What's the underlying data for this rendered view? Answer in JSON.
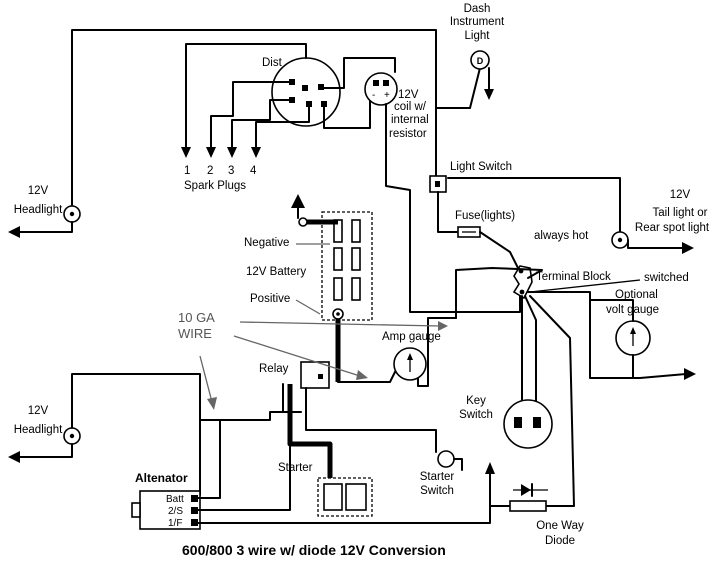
{
  "caption": "600/800 3 wire w/ diode  12V Conversion",
  "labels": {
    "dash_line1": "Dash",
    "dash_line2": "Instrument",
    "dash_line3": "Light",
    "dist": "Dist",
    "coil_line1": "12V",
    "coil_line2": "coil w/",
    "coil_line3": "internal",
    "coil_line4": "resistor",
    "plug_1": "1",
    "plug_2": "2",
    "plug_3": "3",
    "plug_4": "4",
    "spark_plugs": "Spark Plugs",
    "headlight_top_line1": "12V",
    "headlight_top_line2": "Headlight",
    "light_switch": "Light Switch",
    "tail_line1": "12V",
    "tail_line2": "Tail light or",
    "tail_line3": "Rear spot light",
    "fuse": "Fuse(lights)",
    "always_hot": "always hot",
    "negative": "Negative",
    "battery": "12V Battery",
    "positive": "Positive",
    "terminal_block": "Terminal Block",
    "switched": "switched",
    "volt_line1": "Optional",
    "volt_line2": "volt gauge",
    "wire_line1": "10 GA",
    "wire_line2": "WIRE",
    "amp_gauge": "Amp gauge",
    "relay": "Relay",
    "key_line1": "Key",
    "key_line2": "Switch",
    "headlight_bottom_line1": "12V",
    "headlight_bottom_line2": "Headlight",
    "starter": "Starter",
    "starter_switch_line1": "Starter",
    "starter_switch_line2": "Switch",
    "alternator": "Altenator",
    "alt_batt": "Batt",
    "alt_2s": "2/S",
    "alt_1f": "1/F",
    "diode_line1": "One Way",
    "diode_line2": "Diode",
    "coil_minus": "-",
    "coil_plus": "+",
    "lamp_d": "D"
  }
}
